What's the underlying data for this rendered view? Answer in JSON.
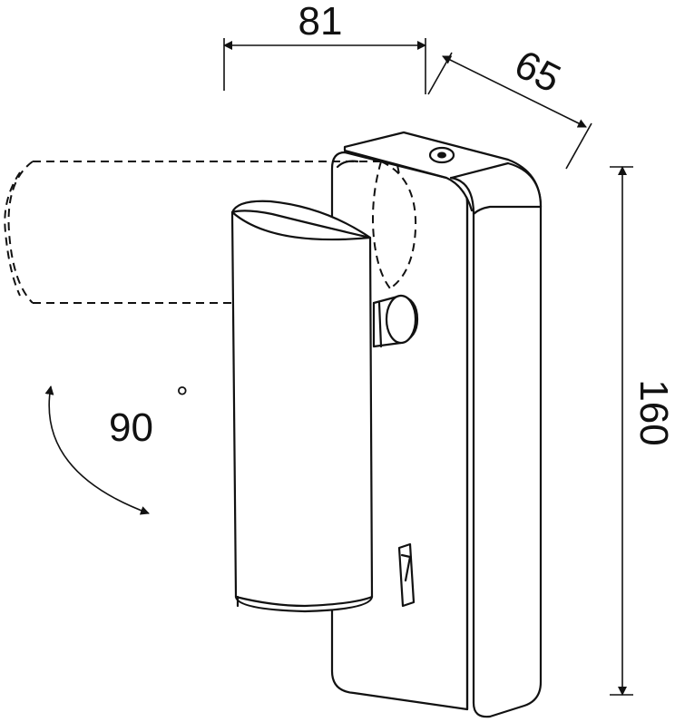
{
  "dimensions": {
    "width": "81",
    "depth": "65",
    "height": "160"
  },
  "rotation": {
    "angle": "90",
    "degree_symbol": "°"
  }
}
